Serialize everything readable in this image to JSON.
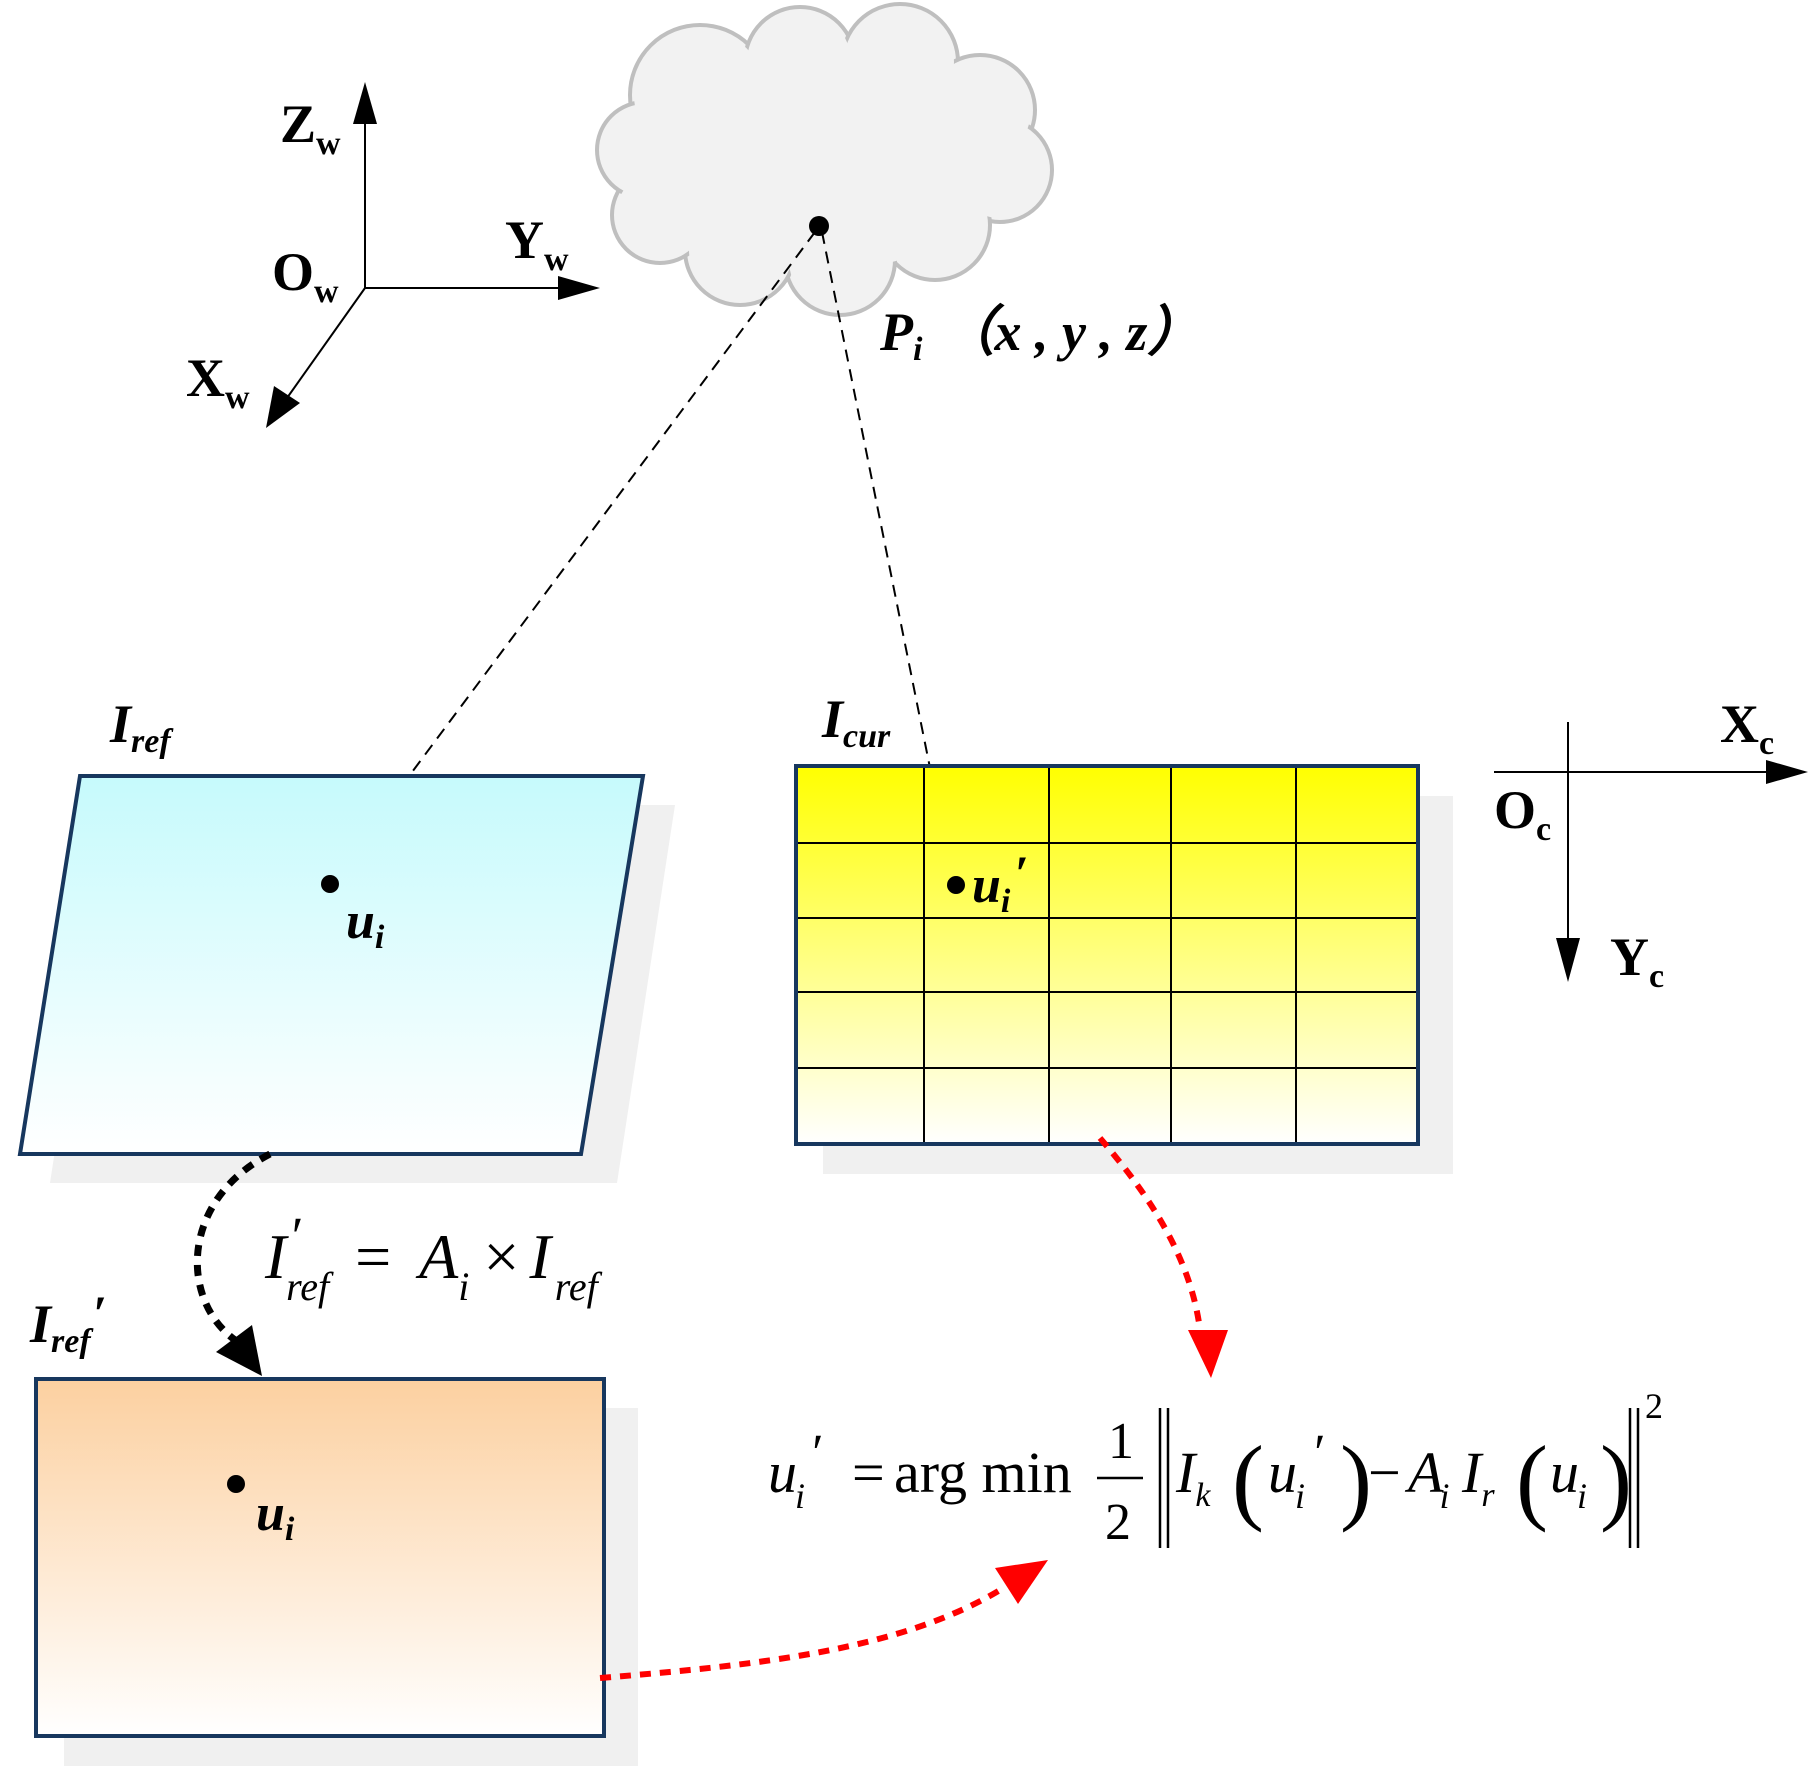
{
  "world_frame": {
    "z_main": "Z",
    "z_sub": "w",
    "y_main": "Y",
    "y_sub": "w",
    "x_main": "X",
    "x_sub": "w",
    "o_main": "O",
    "o_sub": "w"
  },
  "camera_frame": {
    "x_main": "X",
    "x_sub": "c",
    "y_main": "Y",
    "y_sub": "c",
    "o_main": "O",
    "o_sub": "c"
  },
  "point_cloud": {
    "label_main": "P",
    "label_sub": "i",
    "coords": "（x , y , z）"
  },
  "ref_image": {
    "label_main": "I",
    "label_sub": "ref",
    "point_main": "u",
    "point_sub": "i",
    "fill_top": "#c6fafc",
    "fill_bottom": "#ffffff"
  },
  "cur_image": {
    "label_main": "I",
    "label_sub": "cur",
    "point_main": "u",
    "point_sub": "i",
    "point_prime": "′",
    "fill_top": "#ffff00",
    "fill_bottom": "#ffffff"
  },
  "warped_image": {
    "label_main": "I",
    "label_sub": "ref",
    "label_prime": "′",
    "point_main": "u",
    "point_sub": "i",
    "fill_top": "#fcd0a0",
    "fill_bottom": "#ffffff"
  },
  "equations": {
    "warp": {
      "lhs_main": "I",
      "lhs_prime": "′",
      "lhs_sub": "ref",
      "equals": "=",
      "a_main": "A",
      "a_sub": "i",
      "times": "×",
      "rhs_main": "I",
      "rhs_sub": "ref"
    },
    "optimization": {
      "lhs_main": "u",
      "lhs_sub": "i",
      "lhs_prime": "′",
      "equals": "=",
      "operator": "arg min",
      "frac_num": "1",
      "frac_den": "2",
      "ik_main": "I",
      "ik_sub": "k",
      "arg1_main": "u",
      "arg1_sub": "i",
      "arg1_prime": "′",
      "minus": "−",
      "a_main": "A",
      "a_sub": "i",
      "ir_main": "I",
      "ir_sub": "r",
      "arg2_main": "u",
      "arg2_sub": "i",
      "power": "2"
    }
  },
  "colors": {
    "outline": "#17375e",
    "cloud_fill": "#f2f2f2",
    "cloud_stroke": "#bfbfbf",
    "shadow": "#f0f0f0",
    "arrow_black": "#000000",
    "arrow_red": "#ff0000"
  }
}
